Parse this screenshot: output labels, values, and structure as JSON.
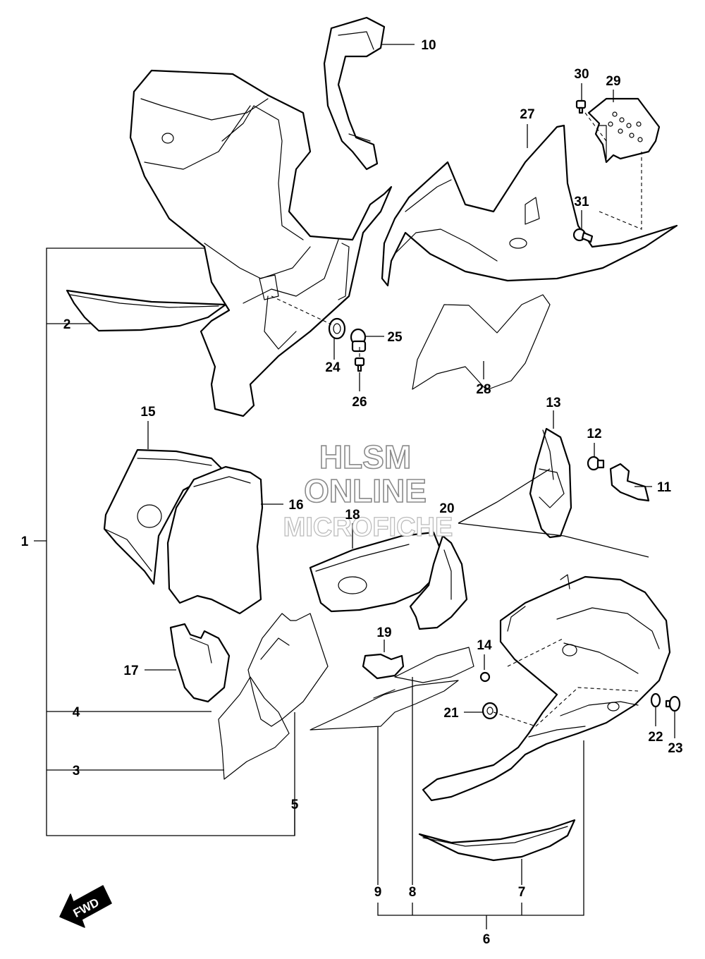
{
  "watermark": {
    "line1": "HLSM",
    "line2": "ONLINE",
    "line3": "MICROFICHE"
  },
  "direction_badge": "FWD",
  "callouts": [
    {
      "id": "c1",
      "label": "1"
    },
    {
      "id": "c2",
      "label": "2"
    },
    {
      "id": "c3",
      "label": "3"
    },
    {
      "id": "c4",
      "label": "4"
    },
    {
      "id": "c5",
      "label": "5"
    },
    {
      "id": "c6",
      "label": "6"
    },
    {
      "id": "c7",
      "label": "7"
    },
    {
      "id": "c8",
      "label": "8"
    },
    {
      "id": "c9",
      "label": "9"
    },
    {
      "id": "c10",
      "label": "10"
    },
    {
      "id": "c11",
      "label": "11"
    },
    {
      "id": "c12",
      "label": "12"
    },
    {
      "id": "c13",
      "label": "13"
    },
    {
      "id": "c14",
      "label": "14"
    },
    {
      "id": "c15",
      "label": "15"
    },
    {
      "id": "c16",
      "label": "16"
    },
    {
      "id": "c17",
      "label": "17"
    },
    {
      "id": "c18",
      "label": "18"
    },
    {
      "id": "c19",
      "label": "19"
    },
    {
      "id": "c20",
      "label": "20"
    },
    {
      "id": "c21",
      "label": "21"
    },
    {
      "id": "c22",
      "label": "22"
    },
    {
      "id": "c23",
      "label": "23"
    },
    {
      "id": "c24",
      "label": "24"
    },
    {
      "id": "c25",
      "label": "25"
    },
    {
      "id": "c26",
      "label": "26"
    },
    {
      "id": "c27",
      "label": "27"
    },
    {
      "id": "c28",
      "label": "28"
    },
    {
      "id": "c29",
      "label": "29"
    },
    {
      "id": "c30",
      "label": "30"
    },
    {
      "id": "c31",
      "label": "31"
    }
  ]
}
